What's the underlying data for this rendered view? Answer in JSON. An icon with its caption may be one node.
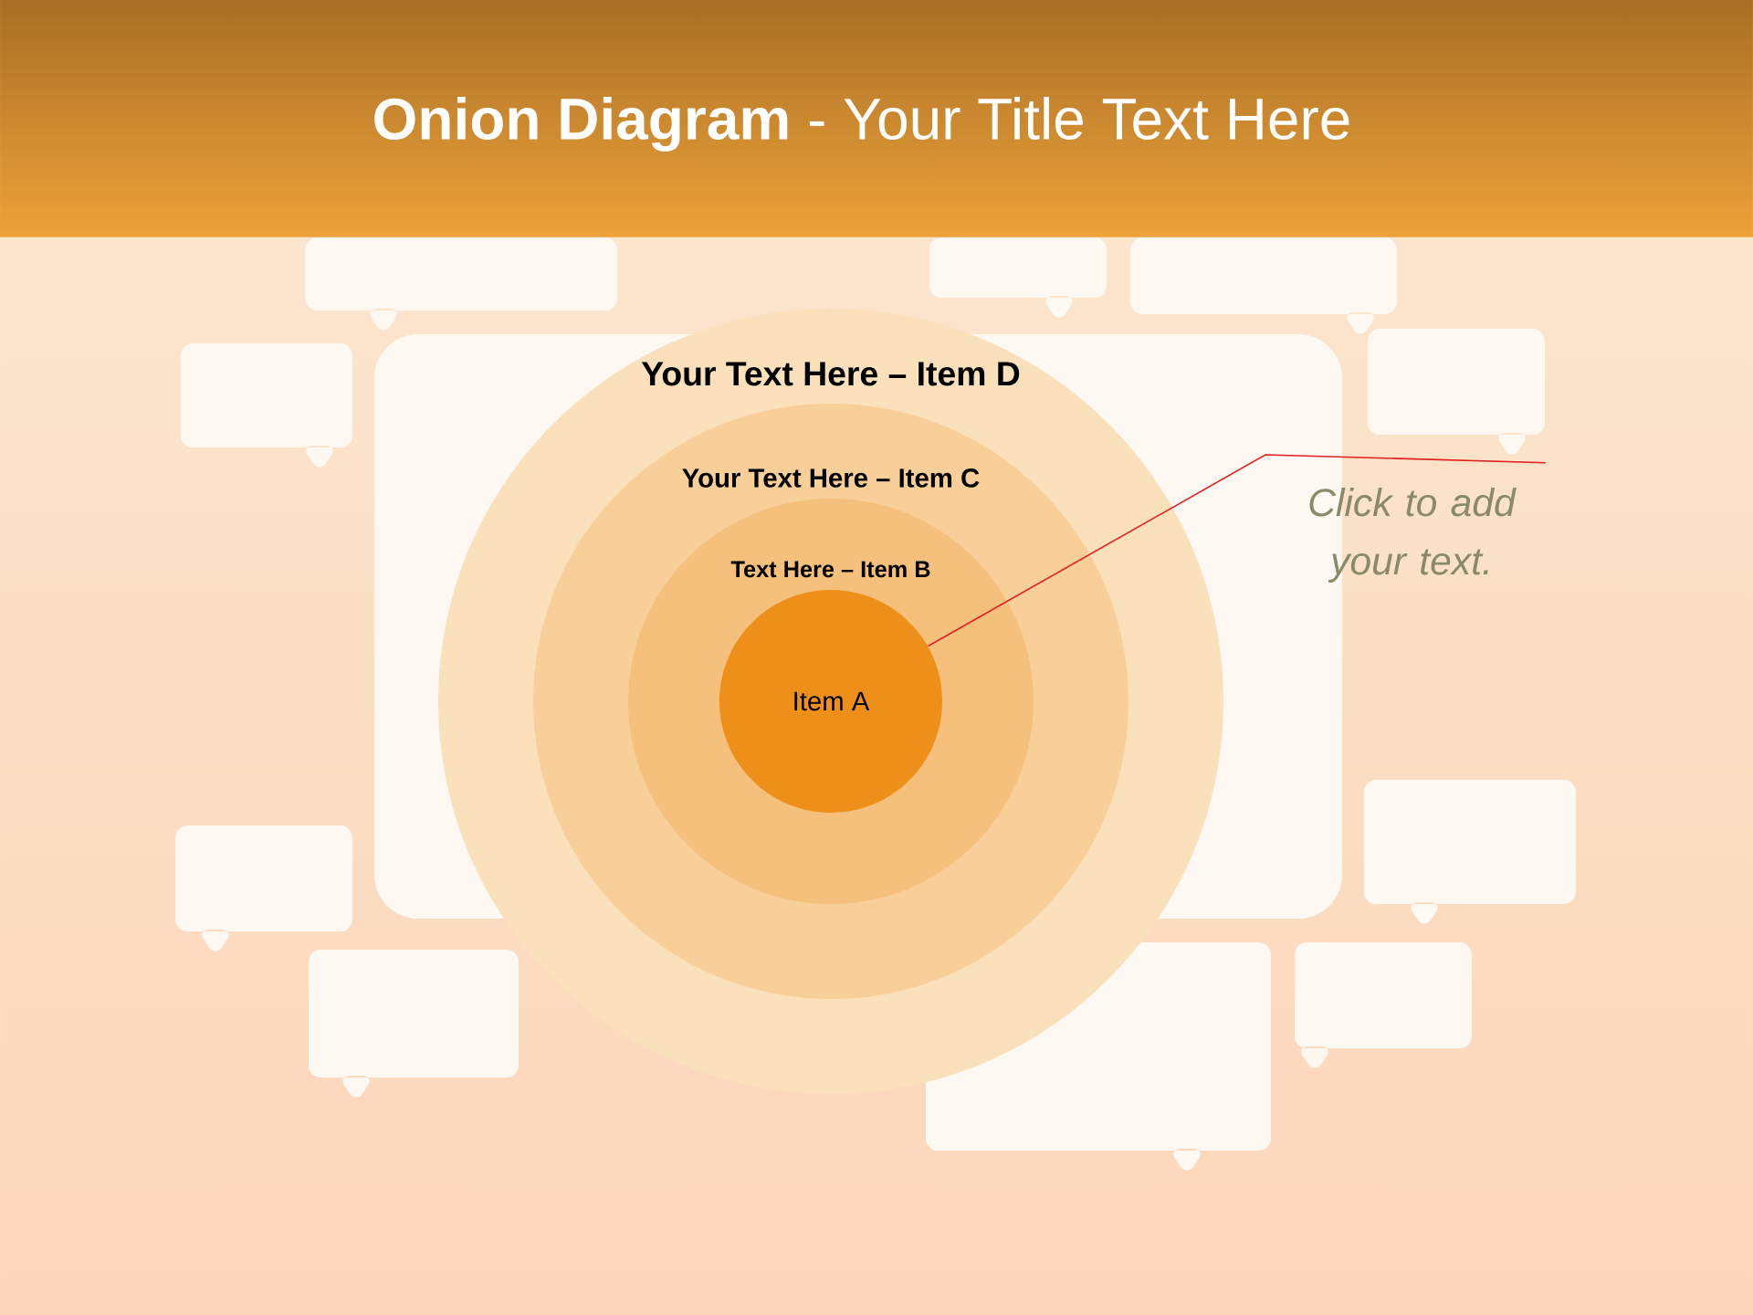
{
  "diagram": {
    "title": "**Onion Diagram** - Your Title Text Here",
    "nodes": [
      {
        "text": [
          "Your Text Here – Item D"
        ]
      },
      {
        "text": [
          "Your Text Here – Item C"
        ],
        "in": 0
      },
      {
        "text": [
          "Text Here – Item B"
        ],
        "in": 1
      },
      {
        "text": [
          "Item A"
        ],
        "in": 2
      },
      {
        "text": [
          "Click to add your text."
        ]
      }
    ],
    "edges": [
      {
        "from": 4,
        "to": 3,
        "arrow": "none",
        "color": "#e02020"
      }
    ]
  }
}
